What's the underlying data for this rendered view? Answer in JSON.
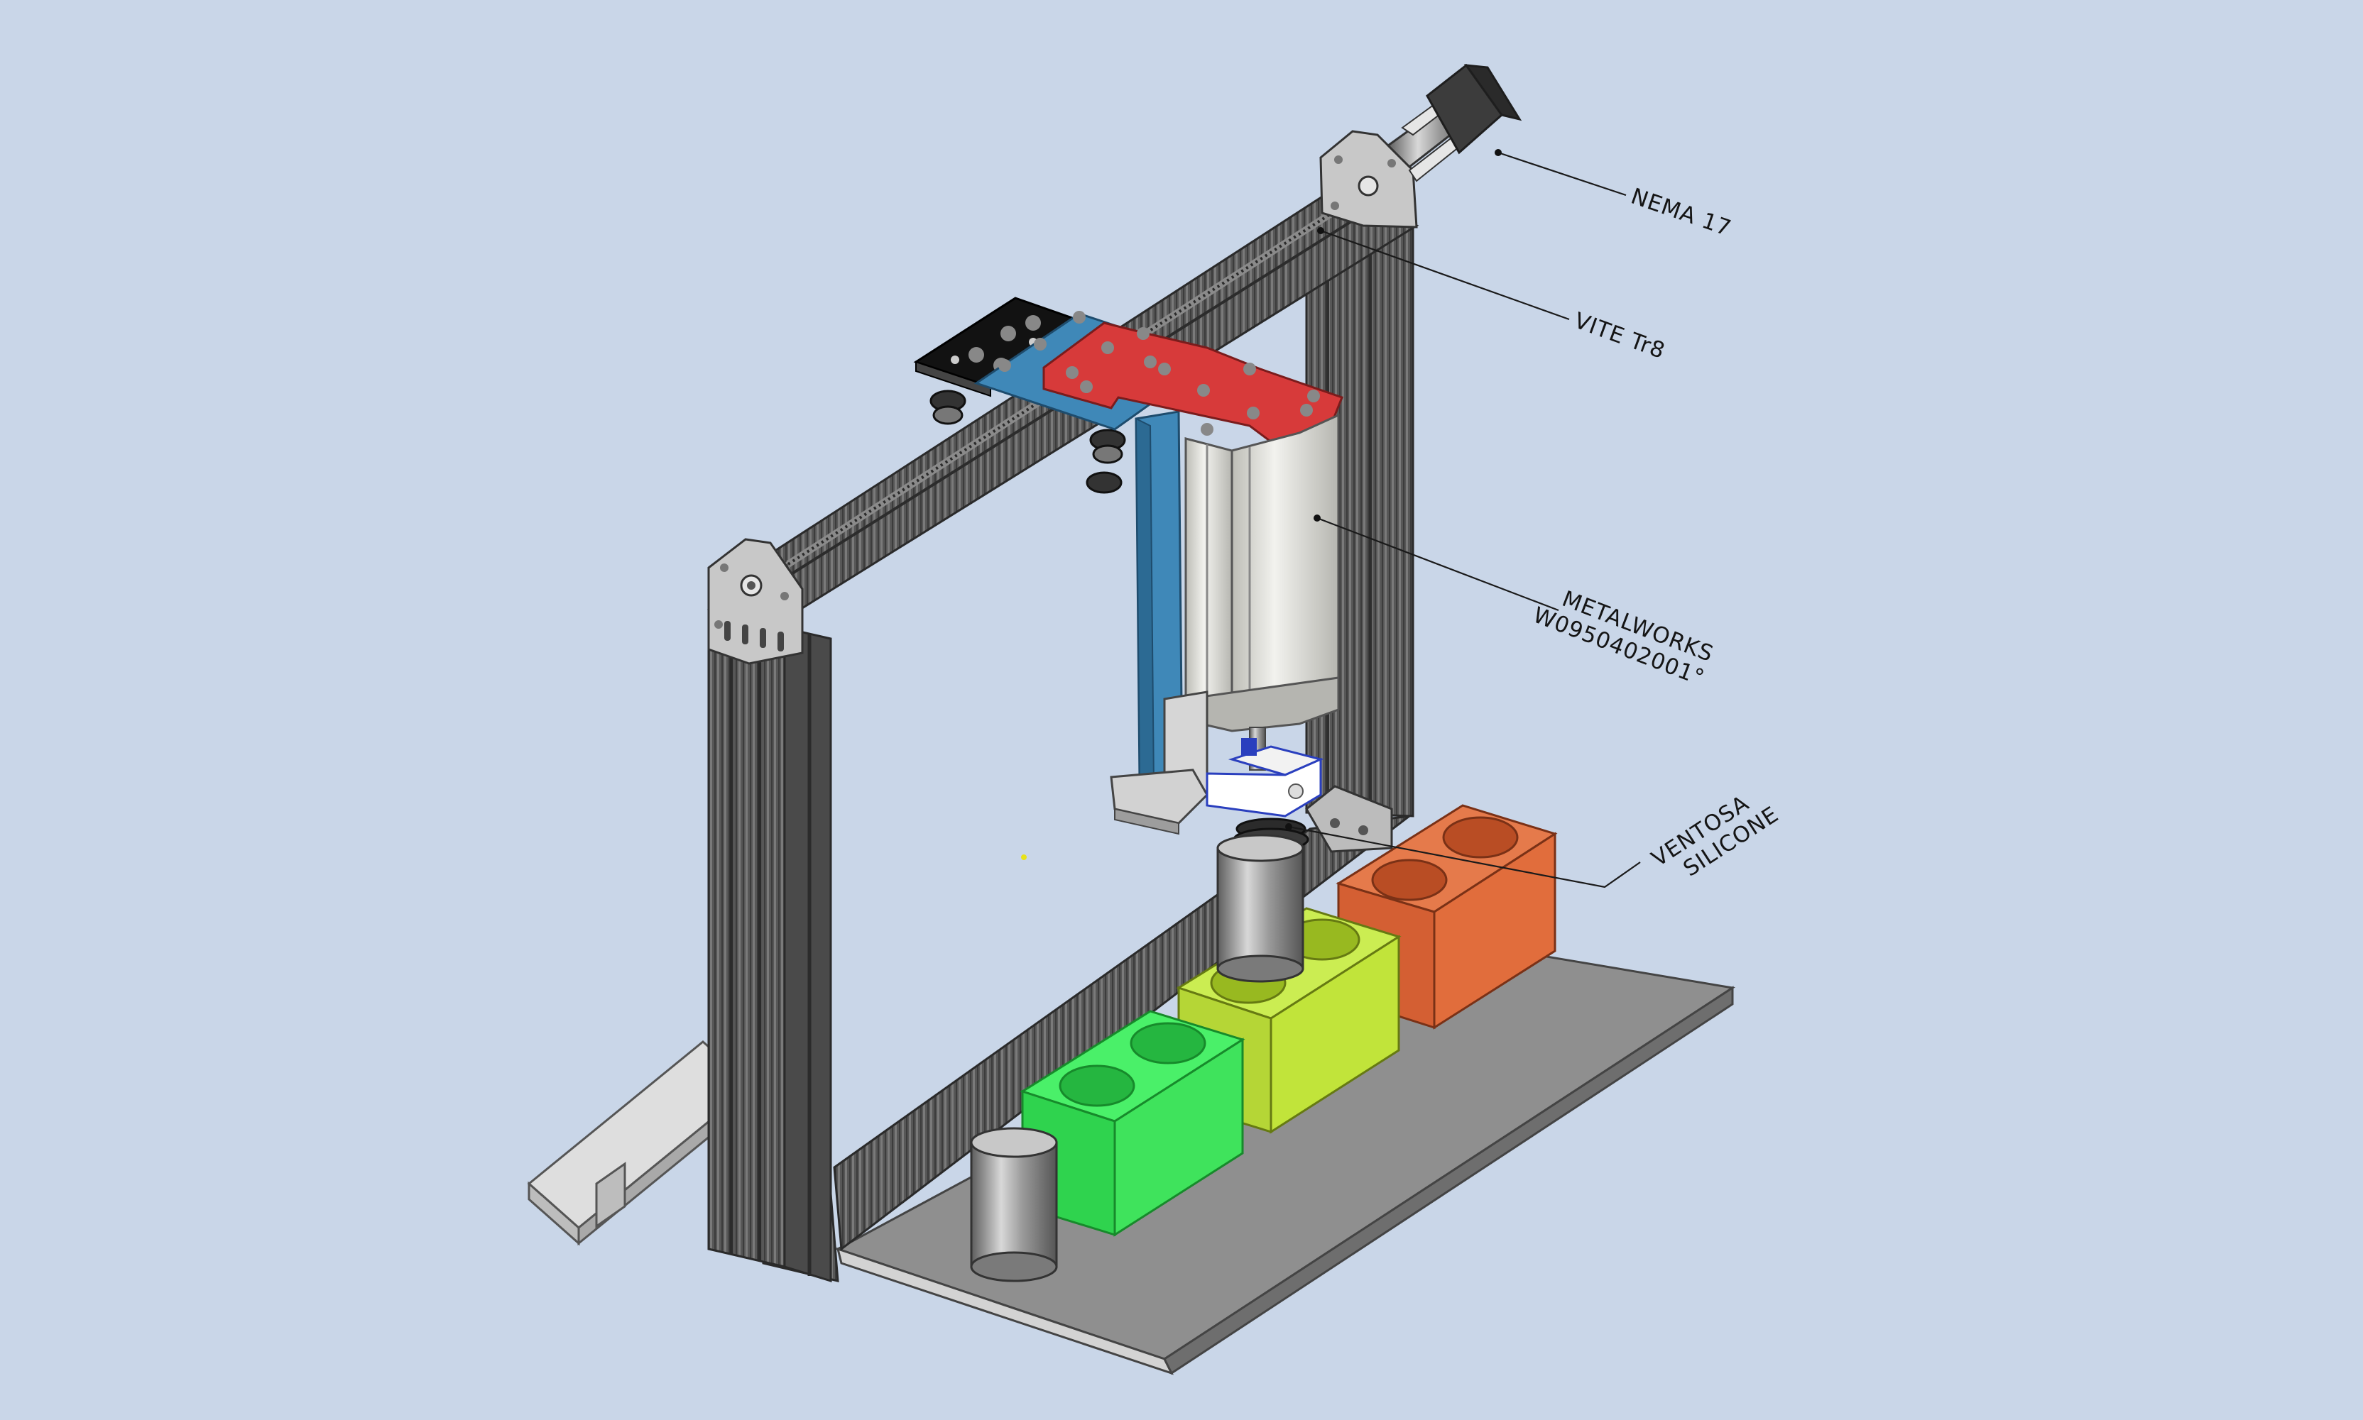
{
  "colors": {
    "background": "#c9d6e8",
    "extrusion": "#5a5a5a",
    "extrusion_dark": "#3a3a3a",
    "plate_top": "#8e8e8e",
    "plate_side": "#6e6e6e",
    "base_plate": "#dcdcdc",
    "bracket_silver": "#c4c4c4",
    "carriage_black": "#111111",
    "carriage_blue": "#3f88b8",
    "carriage_red": "#d73a3a",
    "cylinder_body": "#e3e3de",
    "block_green": "#3ee85a",
    "block_yellow": "#c4e83a",
    "block_orange": "#e2673c",
    "workpiece_metal": "#9a9a9a"
  },
  "callouts": [
    {
      "id": "nema",
      "lines": [
        "NEMA 17"
      ]
    },
    {
      "id": "screw",
      "lines": [
        "VITE Tr8"
      ]
    },
    {
      "id": "cylinder",
      "lines": [
        "METALWORKS",
        "W0950402001°"
      ]
    },
    {
      "id": "suction",
      "lines": [
        "VENTOSA",
        "SILICONE"
      ]
    }
  ]
}
